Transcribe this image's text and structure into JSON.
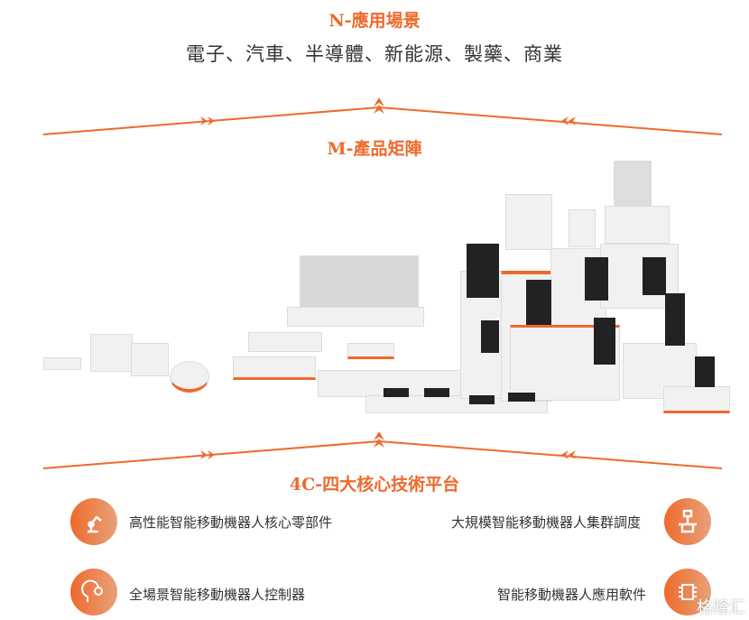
{
  "n_section": {
    "title": "N-應用場景",
    "industries": "電子、汽車、半導體、新能源、製藥、商業"
  },
  "m_section": {
    "title": "M-產品矩陣"
  },
  "c_section": {
    "title": "4C-四大核心技術平台",
    "features": [
      {
        "label": "高性能智能移動機器人核心零部件",
        "icon": "robot-arm-icon"
      },
      {
        "label": "大規模智能移動機器人集群調度",
        "icon": "dispatch-tower-icon"
      },
      {
        "label": "全場景智能移動機器人控制器",
        "icon": "brain-gear-icon"
      },
      {
        "label": "智能移動機器人應用軟件",
        "icon": "chip-icon"
      }
    ]
  },
  "watermark": "格隆汇",
  "colors": {
    "accent": "#ee6a2c"
  }
}
